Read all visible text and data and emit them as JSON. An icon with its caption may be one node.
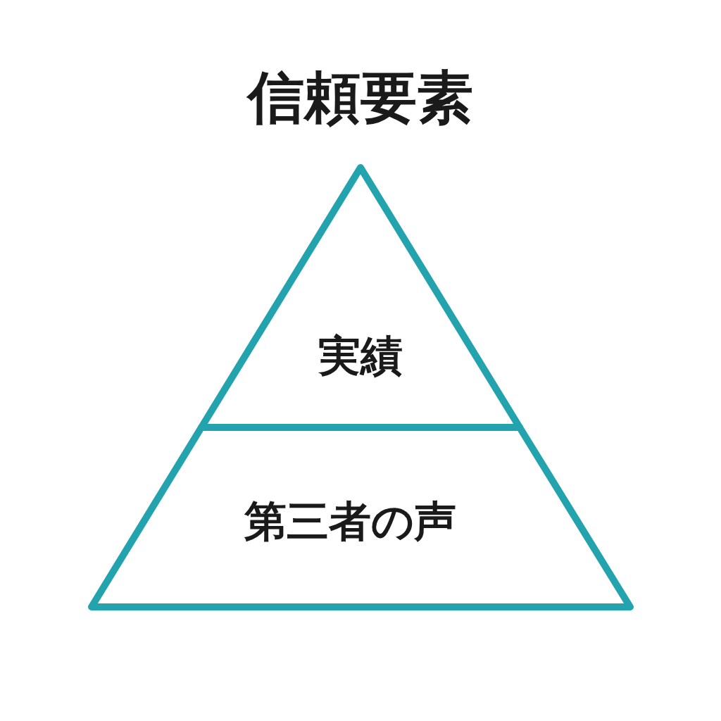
{
  "diagram": {
    "title": "信頼要素",
    "nodes": [
      {
        "text": [
          "実績"
        ]
      },
      {
        "text": [
          "第三者の声"
        ]
      }
    ]
  }
}
